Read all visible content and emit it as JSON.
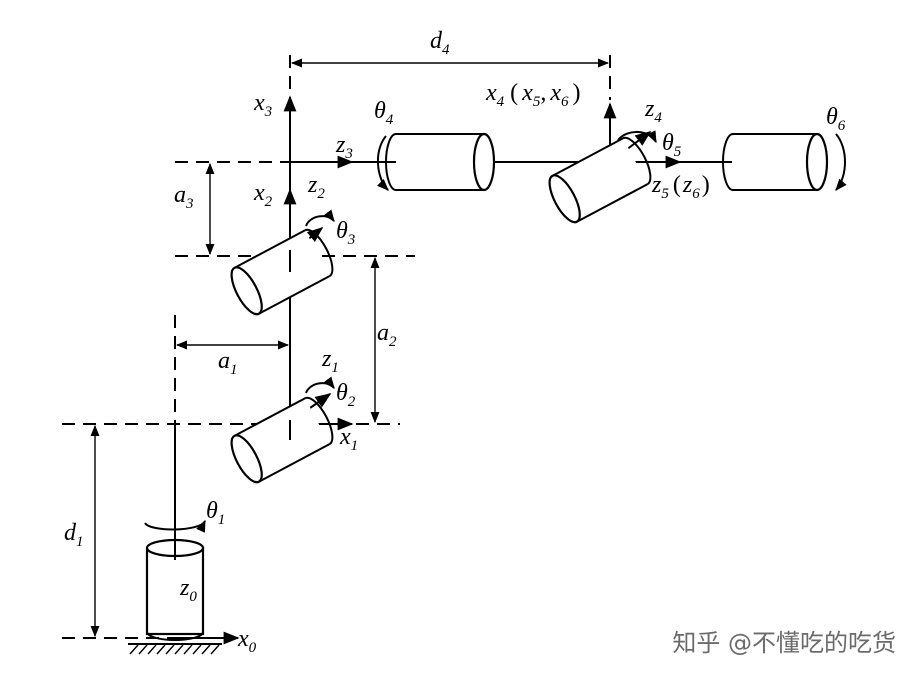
{
  "diagram": {
    "labels": {
      "d4": {
        "main": "d",
        "sub": "4"
      },
      "x4": {
        "main": "x",
        "sub": "4"
      },
      "x5": {
        "main": "x",
        "sub": "5"
      },
      "x6": {
        "main": "x",
        "sub": "6"
      },
      "paren_open": "(",
      "paren_close": ")",
      "comma": ",",
      "x3": {
        "main": "x",
        "sub": "3"
      },
      "theta4": {
        "main": "θ",
        "sub": "4"
      },
      "z3": {
        "main": "z",
        "sub": "3"
      },
      "z4": {
        "main": "z",
        "sub": "4"
      },
      "theta5": {
        "main": "θ",
        "sub": "5"
      },
      "z5": {
        "main": "z",
        "sub": "5"
      },
      "z6": {
        "main": "z",
        "sub": "6"
      },
      "theta6": {
        "main": "θ",
        "sub": "6"
      },
      "a3": {
        "main": "a",
        "sub": "3"
      },
      "x2": {
        "main": "x",
        "sub": "2"
      },
      "z2": {
        "main": "z",
        "sub": "2"
      },
      "theta3": {
        "main": "θ",
        "sub": "3"
      },
      "a2": {
        "main": "a",
        "sub": "2"
      },
      "a1": {
        "main": "a",
        "sub": "1"
      },
      "z1": {
        "main": "z",
        "sub": "1"
      },
      "theta2": {
        "main": "θ",
        "sub": "2"
      },
      "x1": {
        "main": "x",
        "sub": "1"
      },
      "d1": {
        "main": "d",
        "sub": "1"
      },
      "theta1": {
        "main": "θ",
        "sub": "1"
      },
      "z0": {
        "main": "z",
        "sub": "0"
      },
      "x0": {
        "main": "x",
        "sub": "0"
      }
    },
    "watermark": "知乎 @不懂吃的吃货"
  }
}
